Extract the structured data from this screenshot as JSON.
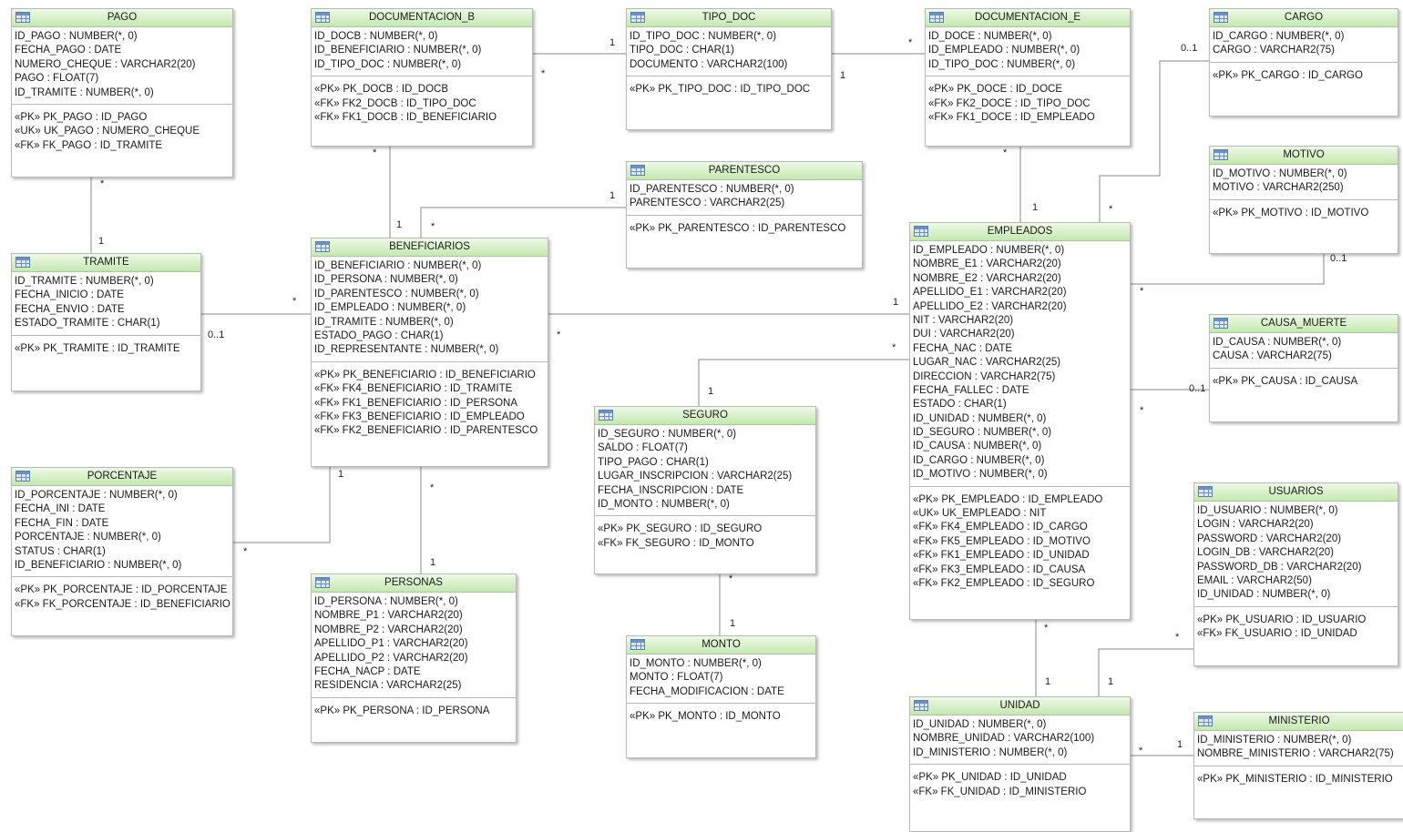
{
  "entities": {
    "pago": {
      "name": "PAGO",
      "columns": [
        "ID_PAGO : NUMBER(*, 0)",
        "FECHA_PAGO : DATE",
        "NUMERO_CHEQUE : VARCHAR2(20)",
        "PAGO : FLOAT(7)",
        "ID_TRAMITE : NUMBER(*, 0)"
      ],
      "keys": [
        "«PK» PK_PAGO : ID_PAGO",
        "«UK» UK_PAGO : NUMERO_CHEQUE",
        "«FK» FK_PAGO : ID_TRAMITE"
      ]
    },
    "documentacion_b": {
      "name": "DOCUMENTACION_B",
      "columns": [
        "ID_DOCB : NUMBER(*, 0)",
        "ID_BENEFICIARIO : NUMBER(*, 0)",
        "ID_TIPO_DOC : NUMBER(*, 0)"
      ],
      "keys": [
        "«PK» PK_DOCB : ID_DOCB",
        "«FK» FK2_DOCB : ID_TIPO_DOC",
        "«FK» FK1_DOCB : ID_BENEFICIARIO"
      ]
    },
    "tipo_doc": {
      "name": "TIPO_DOC",
      "columns": [
        "ID_TIPO_DOC : NUMBER(*, 0)",
        "TIPO_DOC : CHAR(1)",
        "DOCUMENTO : VARCHAR2(100)"
      ],
      "keys": [
        "«PK» PK_TIPO_DOC : ID_TIPO_DOC"
      ]
    },
    "documentacion_e": {
      "name": "DOCUMENTACION_E",
      "columns": [
        "ID_DOCE : NUMBER(*, 0)",
        "ID_EMPLEADO : NUMBER(*, 0)",
        "ID_TIPO_DOC : NUMBER(*, 0)"
      ],
      "keys": [
        "«PK» PK_DOCE : ID_DOCE",
        "«FK» FK2_DOCE : ID_TIPO_DOC",
        "«FK» FK1_DOCE : ID_EMPLEADO"
      ]
    },
    "cargo": {
      "name": "CARGO",
      "columns": [
        "ID_CARGO : NUMBER(*, 0)",
        "CARGO : VARCHAR2(75)"
      ],
      "keys": [
        "«PK» PK_CARGO : ID_CARGO"
      ]
    },
    "parentesco": {
      "name": "PARENTESCO",
      "columns": [
        "ID_PARENTESCO : NUMBER(*, 0)",
        "PARENTESCO : VARCHAR2(25)"
      ],
      "keys": [
        "«PK» PK_PARENTESCO : ID_PARENTESCO"
      ]
    },
    "motivo": {
      "name": "MOTIVO",
      "columns": [
        "ID_MOTIVO : NUMBER(*, 0)",
        "MOTIVO : VARCHAR2(250)"
      ],
      "keys": [
        "«PK» PK_MOTIVO : ID_MOTIVO"
      ]
    },
    "tramite": {
      "name": "TRAMITE",
      "columns": [
        "ID_TRAMITE : NUMBER(*, 0)",
        "FECHA_INICIO : DATE",
        "FECHA_ENVIO : DATE",
        "ESTADO_TRAMITE : CHAR(1)"
      ],
      "keys": [
        "«PK» PK_TRAMITE : ID_TRAMITE"
      ]
    },
    "beneficiarios": {
      "name": "BENEFICIARIOS",
      "columns": [
        "ID_BENEFICIARIO : NUMBER(*, 0)",
        "ID_PERSONA : NUMBER(*, 0)",
        "ID_PARENTESCO : NUMBER(*, 0)",
        "ID_EMPLEADO : NUMBER(*, 0)",
        "ID_TRAMITE : NUMBER(*, 0)",
        "ESTADO_PAGO : CHAR(1)",
        "ID_REPRESENTANTE : NUMBER(*, 0)"
      ],
      "keys": [
        "«PK» PK_BENEFICIARIO : ID_BENEFICIARIO",
        "«FK» FK4_BENEFICIARIO : ID_TRAMITE",
        "«FK» FK1_BENEFICIARIO : ID_PERSONA",
        "«FK» FK3_BENEFICIARIO : ID_EMPLEADO",
        "«FK» FK2_BENEFICIARIO : ID_PARENTESCO"
      ]
    },
    "empleados": {
      "name": "EMPLEADOS",
      "columns": [
        "ID_EMPLEADO : NUMBER(*, 0)",
        "NOMBRE_E1 : VARCHAR2(20)",
        "NOMBRE_E2 : VARCHAR2(20)",
        "APELLIDO_E1 : VARCHAR2(20)",
        "APELLIDO_E2 : VARCHAR2(20)",
        "NIT : VARCHAR2(20)",
        "DUI : VARCHAR2(20)",
        "FECHA_NAC : DATE",
        "LUGAR_NAC : VARCHAR2(25)",
        "DIRECCION : VARCHAR2(75)",
        "FECHA_FALLEC : DATE",
        "ESTADO : CHAR(1)",
        "ID_UNIDAD : NUMBER(*, 0)",
        "ID_SEGURO : NUMBER(*, 0)",
        "ID_CAUSA : NUMBER(*, 0)",
        "ID_CARGO : NUMBER(*, 0)",
        "ID_MOTIVO : NUMBER(*, 0)"
      ],
      "keys": [
        "«PK» PK_EMPLEADO : ID_EMPLEADO",
        "«UK» UK_EMPLEADO : NIT",
        "«FK» FK4_EMPLEADO : ID_CARGO",
        "«FK» FK5_EMPLEADO : ID_MOTIVO",
        "«FK» FK1_EMPLEADO : ID_UNIDAD",
        "«FK» FK3_EMPLEADO : ID_CAUSA",
        "«FK» FK2_EMPLEADO : ID_SEGURO"
      ]
    },
    "causa_muerte": {
      "name": "CAUSA_MUERTE",
      "columns": [
        "ID_CAUSA : NUMBER(*, 0)",
        "CAUSA : VARCHAR2(75)"
      ],
      "keys": [
        "«PK» PK_CAUSA : ID_CAUSA"
      ]
    },
    "seguro": {
      "name": "SEGURO",
      "columns": [
        "ID_SEGURO : NUMBER(*, 0)",
        "SALDO : FLOAT(7)",
        "TIPO_PAGO : CHAR(1)",
        "LUGAR_INSCRIPCION : VARCHAR2(25)",
        "FECHA_INSCRIPCION : DATE",
        "ID_MONTO : NUMBER(*, 0)"
      ],
      "keys": [
        "«PK» PK_SEGURO : ID_SEGURO",
        "«FK» FK_SEGURO : ID_MONTO"
      ]
    },
    "porcentaje": {
      "name": "PORCENTAJE",
      "columns": [
        "ID_PORCENTAJE : NUMBER(*, 0)",
        "FECHA_INI : DATE",
        "FECHA_FIN : DATE",
        "PORCENTAJE : NUMBER(*, 0)",
        "STATUS : CHAR(1)",
        "ID_BENEFICIARIO : NUMBER(*, 0)"
      ],
      "keys": [
        "«PK» PK_PORCENTAJE : ID_PORCENTAJE",
        "«FK» FK_PORCENTAJE : ID_BENEFICIARIO"
      ]
    },
    "usuarios": {
      "name": "USUARIOS",
      "columns": [
        "ID_USUARIO : NUMBER(*, 0)",
        "LOGIN : VARCHAR2(20)",
        "PASSWORD : VARCHAR2(20)",
        "LOGIN_DB : VARCHAR2(20)",
        "PASSWORD_DB : VARCHAR2(20)",
        "EMAIL : VARCHAR2(50)",
        "ID_UNIDAD : NUMBER(*, 0)"
      ],
      "keys": [
        "«PK» PK_USUARIO : ID_USUARIO",
        "«FK» FK_USUARIO : ID_UNIDAD"
      ]
    },
    "personas": {
      "name": "PERSONAS",
      "columns": [
        "ID_PERSONA : NUMBER(*, 0)",
        "NOMBRE_P1 : VARCHAR2(20)",
        "NOMBRE_P2 : VARCHAR2(20)",
        "APELLIDO_P1 : VARCHAR2(20)",
        "APELLIDO_P2 : VARCHAR2(20)",
        "FECHA_NACP : DATE",
        "RESIDENCIA : VARCHAR2(25)"
      ],
      "keys": [
        "«PK» PK_PERSONA : ID_PERSONA"
      ]
    },
    "monto": {
      "name": "MONTO",
      "columns": [
        "ID_MONTO : NUMBER(*, 0)",
        "MONTO : FLOAT(7)",
        "FECHA_MODIFICACION : DATE"
      ],
      "keys": [
        "«PK» PK_MONTO : ID_MONTO"
      ]
    },
    "unidad": {
      "name": "UNIDAD",
      "columns": [
        "ID_UNIDAD : NUMBER(*, 0)",
        "NOMBRE_UNIDAD : VARCHAR2(100)",
        "ID_MINISTERIO : NUMBER(*, 0)"
      ],
      "keys": [
        "«PK» PK_UNIDAD : ID_UNIDAD",
        "«FK» FK_UNIDAD : ID_MINISTERIO"
      ]
    },
    "ministerio": {
      "name": "MINISTERIO",
      "columns": [
        "ID_MINISTERIO : NUMBER(*, 0)",
        "NOMBRE_MINISTERIO : VARCHAR2(75)"
      ],
      "keys": [
        "«PK» PK_MINISTERIO : ID_MINISTERIO"
      ]
    }
  },
  "cardinalities": {
    "one": "1",
    "many": "*",
    "zero_or_one": "0..1"
  },
  "colors": {
    "header_top": "#eef9e6",
    "header_bottom": "#c4e8b0",
    "border": "#b9b9b9",
    "connector": "#8a8a8a"
  },
  "icons": {
    "entity": "table-icon"
  }
}
